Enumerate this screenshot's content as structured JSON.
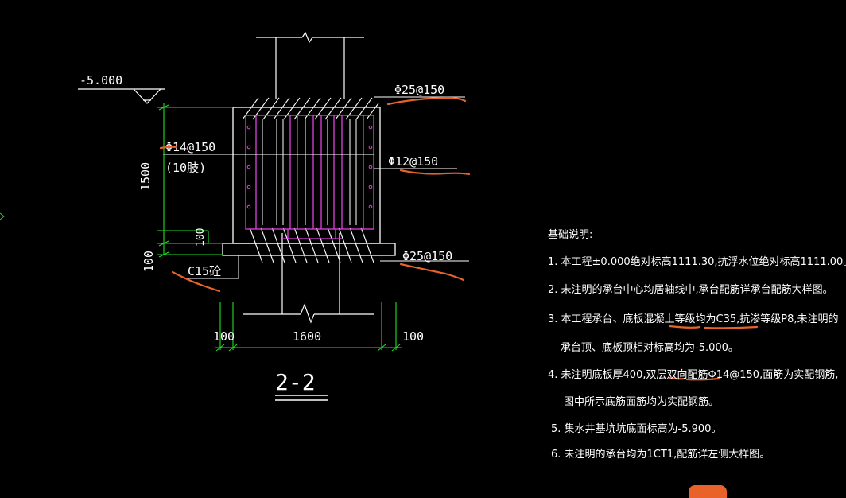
{
  "drawing": {
    "elevation": "-5.000",
    "rebar_top_right": "Φ25@150",
    "rebar_left_1": "Φ14@150",
    "rebar_left_2": "(10肢)",
    "rebar_right_mid": "Φ12@150",
    "rebar_bottom_right": "Φ25@150",
    "dim_height": "1500",
    "dim_small": "100",
    "dim_bottom_left": "100",
    "concrete_label": "C15砼",
    "dim_left": "100",
    "dim_width": "1600",
    "dim_right": "100",
    "section_label": "2-2"
  },
  "notes": {
    "title": "基础说明:",
    "items": [
      "1. 本工程±0.000绝对标高1111.30,抗浮水位绝对标高1111.00。",
      "2. 未注明的承台中心均居轴线中,承台配筋详承台配筋大样图。",
      "3. 本工程承台、底板混凝土等级均为C35,抗渗等级P8,未注明的",
      "承台顶、底板顶相对标高均为-5.000。",
      "4. 未注明底板厚400,双层双向配筋Φ14@150,面筋为实配钢筋,",
      "图中所示底筋面筋均为实配钢筋。",
      "5. 集水井基坑坑底面标高为-5.900。",
      "6. 未注明的承台均为1CT1,配筋详左侧大样图。"
    ]
  },
  "colors": {
    "background": "#000000",
    "line_white": "#ffffff",
    "rebar_magenta": "#e040e0",
    "dimension_green": "#22dd22",
    "markup_orange": "#e8622a"
  }
}
